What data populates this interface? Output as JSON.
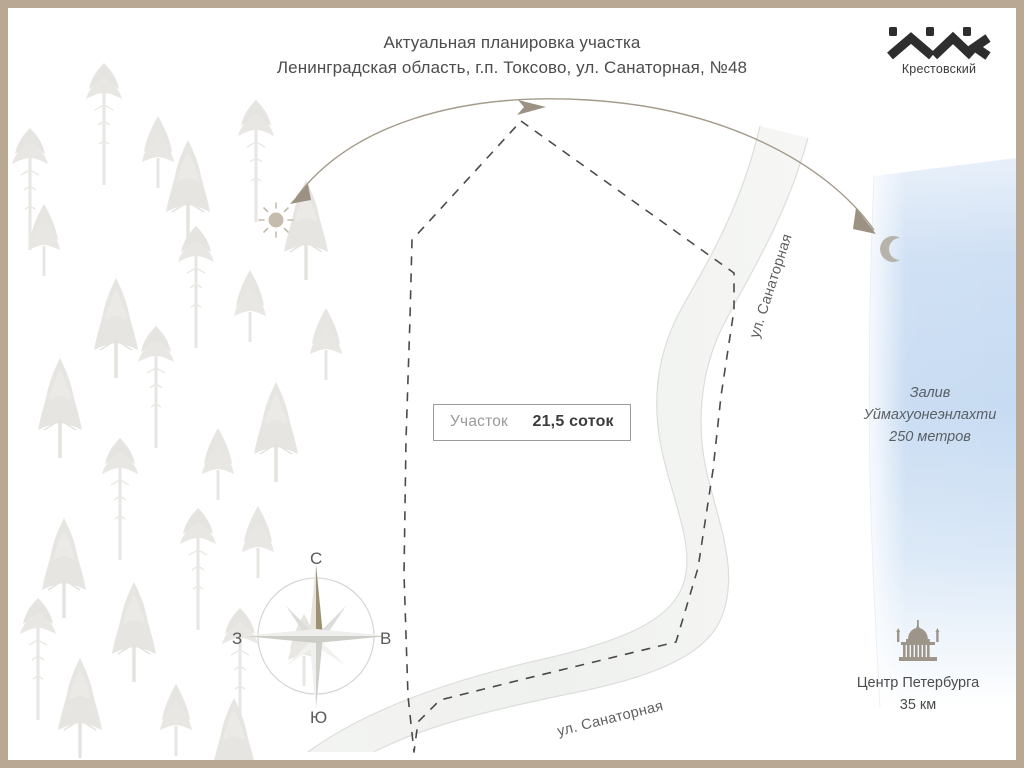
{
  "header": {
    "title_line_1": "Актуальная планировка участка",
    "title_line_2": "Ленинградская область, г.п. Токсово, ул. Санаторная, №48"
  },
  "logo": {
    "name": "Крестовский",
    "mark_icon": "zigzag-roofline-logo-icon",
    "mark_color": "#2e2e2e"
  },
  "plot": {
    "label_key": "Участок",
    "label_value": "21,5 соток",
    "area_number": "21,5",
    "area_unit": "соток",
    "boundary_style": "dashed",
    "boundary_color": "#4a4a4a"
  },
  "bay": {
    "line_1": "Залив",
    "line_2": "Уймахуонеэнлахти",
    "line_3": "250 метров",
    "water_color": "#cfe0f2"
  },
  "poi": {
    "icon": "cathedral-icon",
    "line_1": "Центр Петербурга",
    "line_2": "35 км",
    "icon_color": "#9d9589"
  },
  "compass": {
    "north": "С",
    "east": "В",
    "south": "Ю",
    "west": "З",
    "needle_color": "#9a8f73",
    "ring_color": "#cfcfcf"
  },
  "streets": [
    {
      "name": "ул. Санаторная",
      "position": "upper-right"
    },
    {
      "name": "ул. Санаторная",
      "position": "lower-center"
    }
  ],
  "sky": {
    "sun_icon": "sun-icon",
    "moon_icon": "crescent-moon-icon",
    "path_icon": "sun-path-arc-icon",
    "arc_color": "#a39a8b"
  },
  "forest": {
    "icon": "pine-tree-icon",
    "tree_color": "#e6e4e0"
  },
  "frame": {
    "border_color": "#b9a894",
    "background_color": "#ffffff"
  }
}
